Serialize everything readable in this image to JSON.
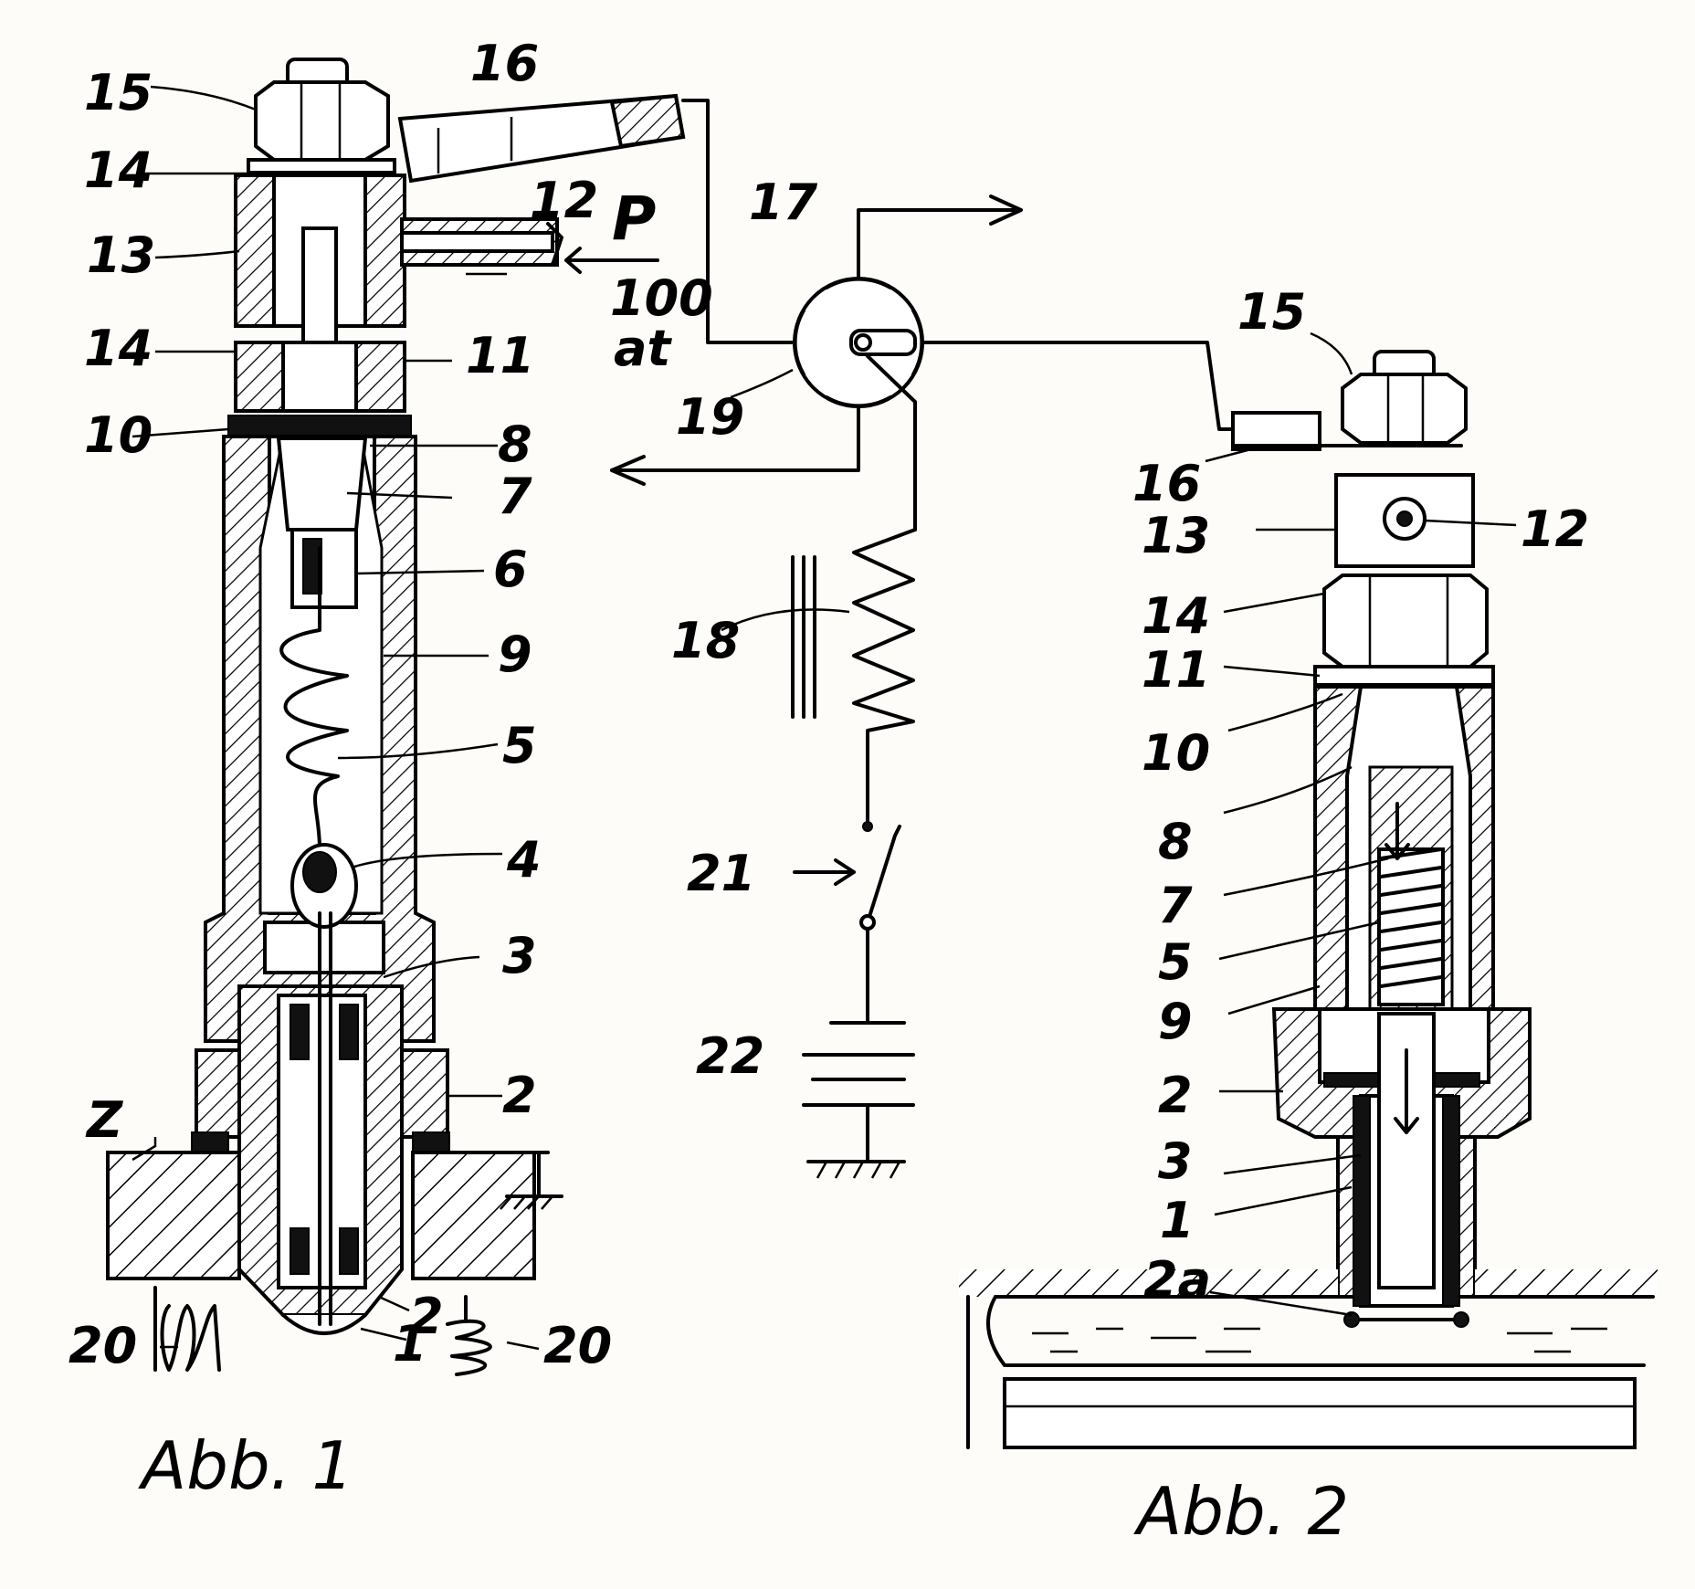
{
  "figure1": {
    "caption": "Abb. 1",
    "labels": {
      "l15": "15",
      "l16": "16",
      "l14a": "14",
      "l13": "13",
      "l12": "12",
      "p": "P",
      "pressure": "100",
      "unit": "at",
      "l14b": "14",
      "l11": "11",
      "l10": "10",
      "l8": "8",
      "l7": "7",
      "l6": "6",
      "l9": "9",
      "l5": "5",
      "l4": "4",
      "l3": "3",
      "l2a": "2",
      "z": "Z",
      "l2b": "2",
      "l1": "1",
      "l20a": "20",
      "l20b": "20"
    }
  },
  "circuit": {
    "labels": {
      "l17": "17",
      "l19": "19",
      "l18": "18",
      "l21": "21",
      "l22": "22"
    }
  },
  "figure2": {
    "caption": "Abb. 2",
    "labels": {
      "l15": "15",
      "l16": "16",
      "l13": "13",
      "l12": "12",
      "l14": "14",
      "l11": "11",
      "l10": "10",
      "l8": "8",
      "l7": "7",
      "l5": "5",
      "l9": "9",
      "l2": "2",
      "l3": "3",
      "l1": "1",
      "l2a": "2a"
    }
  }
}
